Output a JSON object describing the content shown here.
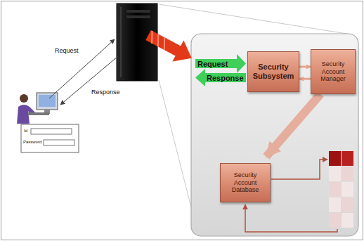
{
  "diagram": {
    "nodes": [
      {
        "text": [
          "Security Subsystem"
        ]
      },
      {
        "text": [
          "Security Account Manager"
        ]
      },
      {
        "text": [
          "Security Account Database"
        ]
      }
    ],
    "edges": [
      {
        "from": 0,
        "to": 1,
        "arrow": "to"
      },
      {
        "from": 1,
        "to": 0,
        "arrow": "to"
      },
      {
        "from": 1,
        "to": 2,
        "arrow": "to"
      }
    ],
    "labels": [
      "Request",
      "Response",
      "Id",
      "Password",
      "Request",
      "Response"
    ]
  }
}
